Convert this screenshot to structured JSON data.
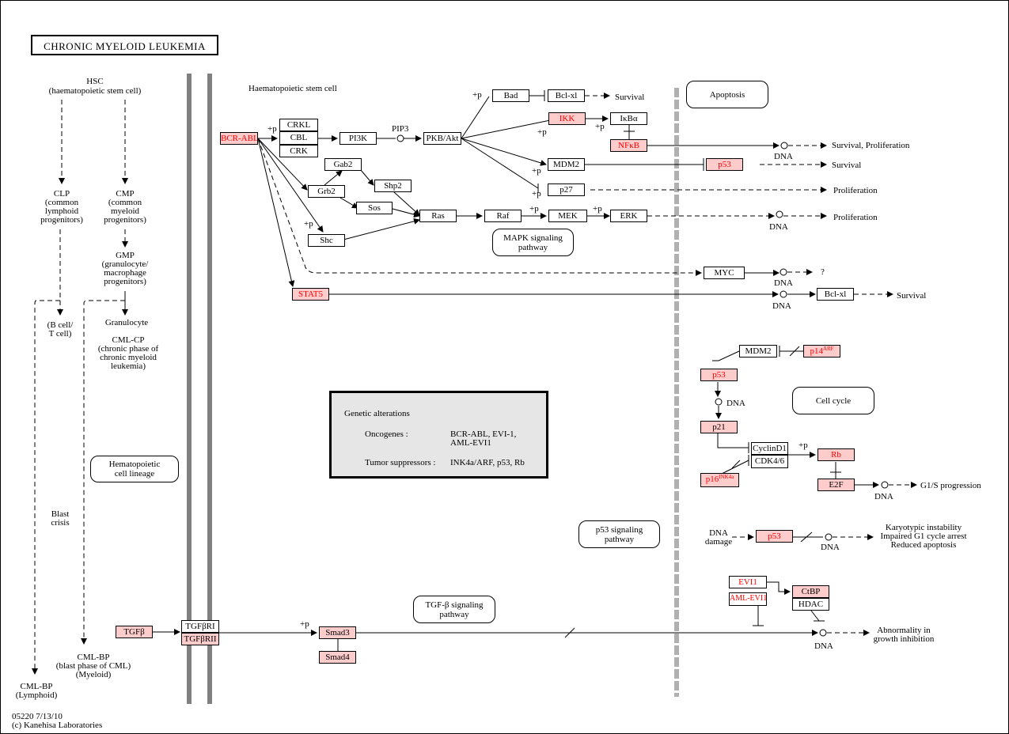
{
  "title": "CHRONIC MYELOID LEUKEMIA",
  "footer": {
    "code": "05220 7/13/10",
    "copyright": "(c) Kanehisa Laboratories"
  },
  "lineage": {
    "hsc": "HSC",
    "hsc_sub": "(haematopoietic stem cell)",
    "clp": "CLP",
    "clp_sub1": "(common",
    "clp_sub2": "lymphoid",
    "clp_sub3": "progenitors)",
    "cmp": "CMP",
    "cmp_sub1": "(common",
    "cmp_sub2": "myeloid",
    "cmp_sub3": "progenitors)",
    "gmp": "GMP",
    "gmp_sub1": "(granulocyte/",
    "gmp_sub2": "macrophage",
    "gmp_sub3": "progenitors)",
    "bcell1": "(B cell/",
    "bcell2": "T cell)",
    "granulocyte": "Granulocyte",
    "cmlcp": "CML-CP",
    "cmlcp_sub1": "(chronic phase of",
    "cmlcp_sub2": "chronic myeloid",
    "cmlcp_sub3": "leukemia)",
    "blast1": "Blast",
    "blast2": "crisis",
    "cmlbp": "CML-BP",
    "cmlbp_sub1": "(blast phase of CML)",
    "cmlbp_sub2": "(Myeloid)",
    "cmlbp_l": "CML-BP",
    "cmlbp_l_sub": "(Lymphoid)",
    "haem_lineage1": "Hematopoietic",
    "haem_lineage2": "cell lineage"
  },
  "labels": {
    "haematopoietic_stem_cell": "Haematopoietic stem cell",
    "apoptosis": "Apoptosis",
    "mapk1": "MAPK signaling",
    "mapk2": "pathway",
    "cellcycle": "Cell cycle",
    "p53sig1": "p53 signaling",
    "p53sig2": "pathway",
    "tgfsig1": "TGF-β signaling",
    "tgfsig2": "pathway",
    "survival": "Survival",
    "survival_prolif": "Survival, Proliferation",
    "proliferation": "Proliferation",
    "question": "?",
    "dna": "DNA",
    "pip3": "PIP3",
    "plus_p": "+p",
    "g1s": "G1/S progression",
    "dna_damage1": "DNA",
    "dna_damage2": "damage",
    "karyo1": "Karyotypic instability",
    "karyo2": "Impaired G1 cycle arrest",
    "karyo3": "Reduced apoptosis",
    "abn1": "Abnormality in",
    "abn2": "growth inhibition"
  },
  "genes": {
    "bcrabl": "BCR-ABL",
    "crkl": "CRKL",
    "cbl": "CBL",
    "crk": "CRK",
    "pi3k": "PI3K",
    "pkb": "PKB/Akt",
    "bad": "Bad",
    "bclxl": "Bcl-xl",
    "ikk": "IKK",
    "ikba": "IκBα",
    "nfkb": "NFκB",
    "mdm2": "MDM2",
    "p53": "p53",
    "p27": "p27",
    "gab2": "Gab2",
    "shp2": "Shp2",
    "grb2": "Grb2",
    "sos": "Sos",
    "shc": "Shc",
    "ras": "Ras",
    "raf": "Raf",
    "mek": "MEK",
    "erk": "ERK",
    "myc": "MYC",
    "stat5": "STAT5",
    "bclxl2": "Bcl-xl",
    "mdm2b": "MDM2",
    "p14": "p14",
    "p14sup": "ARF",
    "p53b": "p53",
    "p21": "p21",
    "cyclind1": "CyclinD1",
    "cdk46": "CDK4/6",
    "rb": "Rb",
    "e2f": "E2F",
    "p16": "p16",
    "p16sup": "INK4a",
    "p53c": "p53",
    "evi1": "EVI1",
    "amlevi1": "AML-EVI1",
    "ctbp": "CtBP",
    "hdac": "HDAC",
    "tgfb": "TGFβ",
    "tgfbr1": "TGFβRI",
    "tgfbr2": "TGFβRII",
    "smad3": "Smad3",
    "smad4": "Smad4"
  },
  "genetic_alterations": {
    "heading": "Genetic alterations",
    "onc_label": "Oncogenes :",
    "onc_value1": "BCR-ABL, EVI-1,",
    "onc_value2": "AML-EVI1",
    "ts_label": "Tumor suppressors :",
    "ts_value": "INK4a/ARF, p53, Rb"
  }
}
